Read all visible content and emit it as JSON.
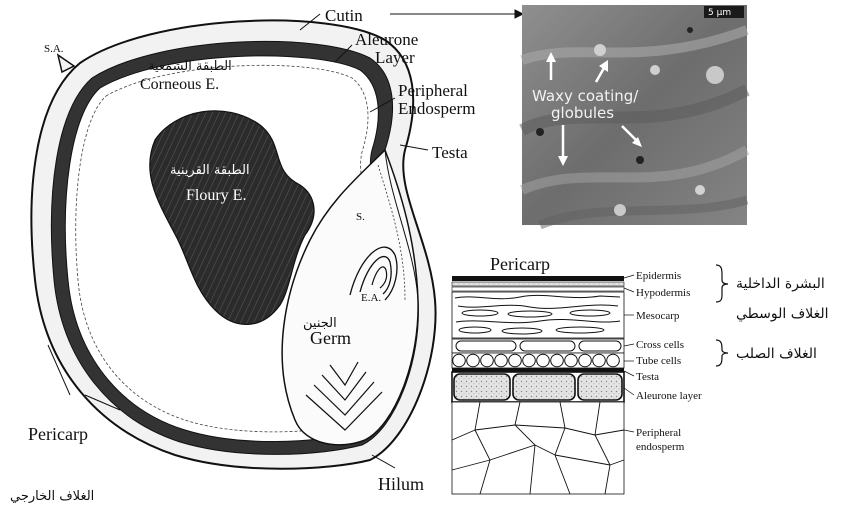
{
  "kernel": {
    "cutin": "Cutin",
    "sa": "S.A.",
    "aleurone_layer_1": "Aleurone",
    "aleurone_layer_2": "Layer",
    "arabic_corneous": "الطبقة الشمعية",
    "corneous": "Corneous E.",
    "peripheral_1": "Peripheral",
    "peripheral_2": "Endosperm",
    "testa": "Testa",
    "arabic_floury": "الطبقة القرينية",
    "floury": "Floury E.",
    "s": "S.",
    "ea": "E.A.",
    "arabic_germ": "الجنين",
    "germ": "Germ",
    "pericarp": "Pericarp",
    "hilum": "Hilum",
    "arabic_outer": "الغلاف الخارجي"
  },
  "micrograph": {
    "scale": "5 μm",
    "caption_1": "Waxy coating/",
    "caption_2": "globules"
  },
  "cross_section": {
    "title": "Pericarp",
    "layers": [
      "Epidermis",
      "Hypodermis",
      "Mesocarp",
      "Cross cells",
      "Tube cells",
      "Testa",
      "Aleurone layer",
      "Peripheral",
      "endosperm"
    ],
    "arabic_inner": "البشرة الداخلية",
    "arabic_middle": "الغلاف الوسطي",
    "arabic_hard": "الغلاف الصلب"
  }
}
